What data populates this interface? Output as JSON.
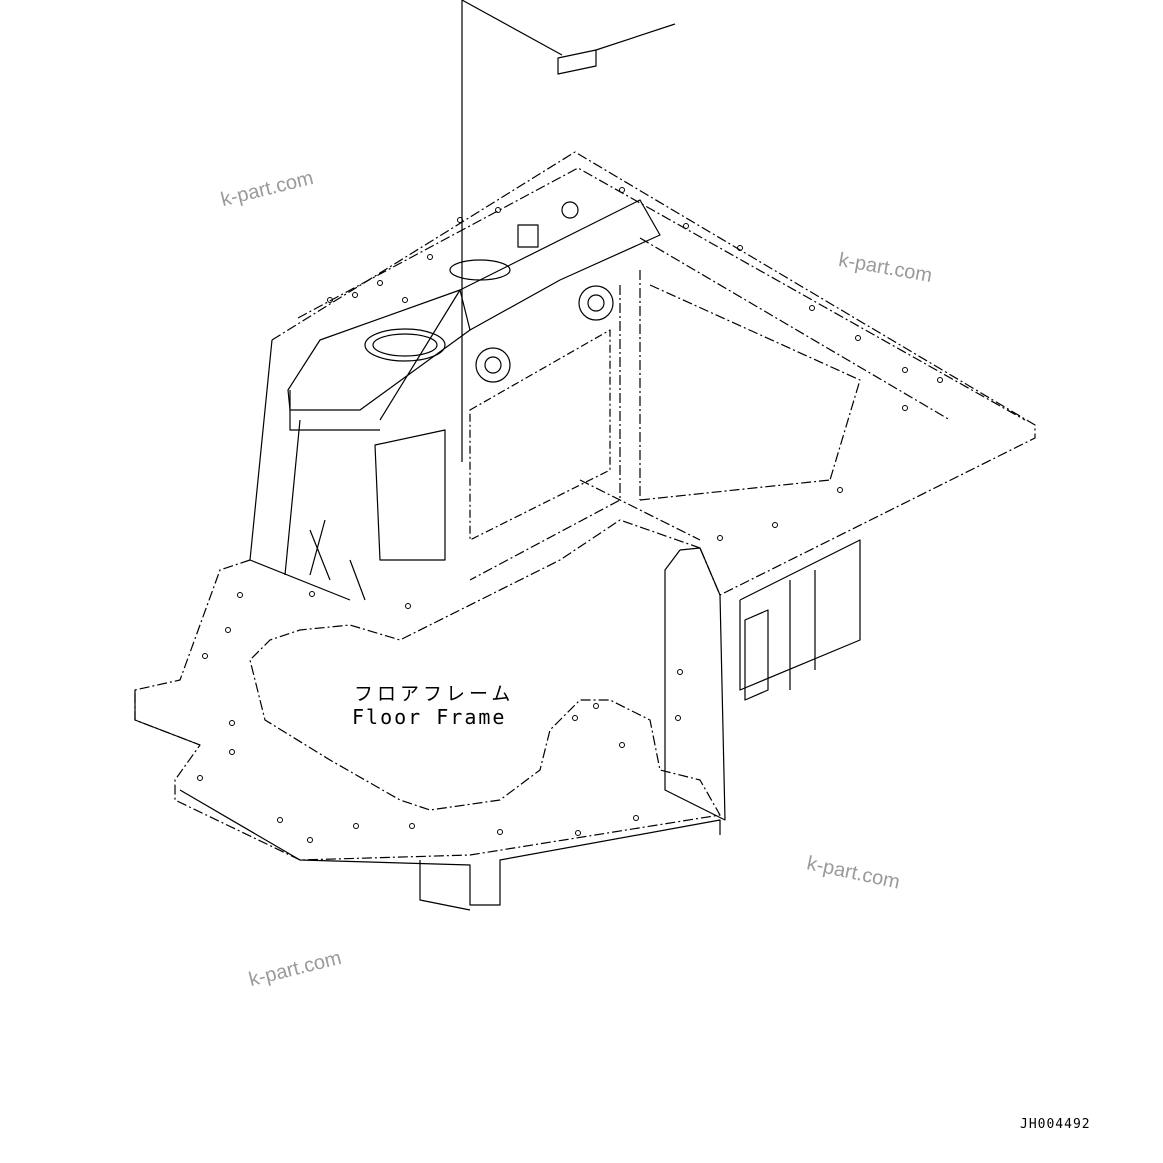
{
  "part": {
    "name_jp": "フロアフレーム",
    "name_en": "Floor Frame"
  },
  "drawing_code": "JH004492",
  "watermarks": [
    "k-part.com",
    "k-part.com",
    "k-part.com",
    "k-part.com"
  ]
}
